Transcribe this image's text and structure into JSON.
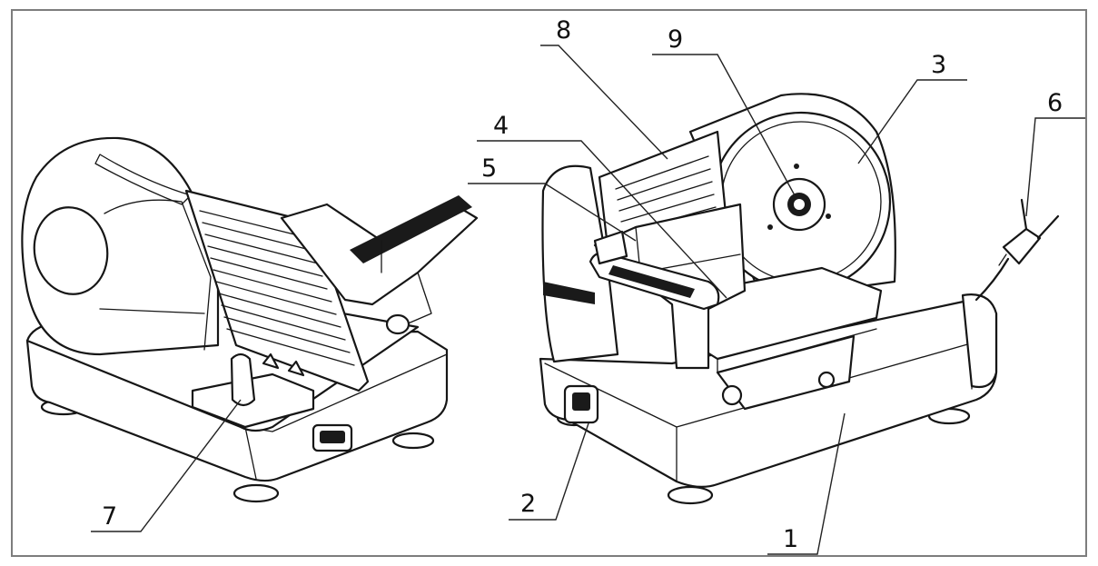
{
  "callouts": [
    {
      "id": "1",
      "label": "1"
    },
    {
      "id": "2",
      "label": "2"
    },
    {
      "id": "3",
      "label": "3"
    },
    {
      "id": "4",
      "label": "4"
    },
    {
      "id": "5",
      "label": "5"
    },
    {
      "id": "6",
      "label": "6"
    },
    {
      "id": "7",
      "label": "7"
    },
    {
      "id": "8",
      "label": "8"
    },
    {
      "id": "9",
      "label": "9"
    }
  ],
  "colors": {
    "line": "#161616",
    "frame": "#7d7d7d",
    "background": "#ffffff"
  }
}
